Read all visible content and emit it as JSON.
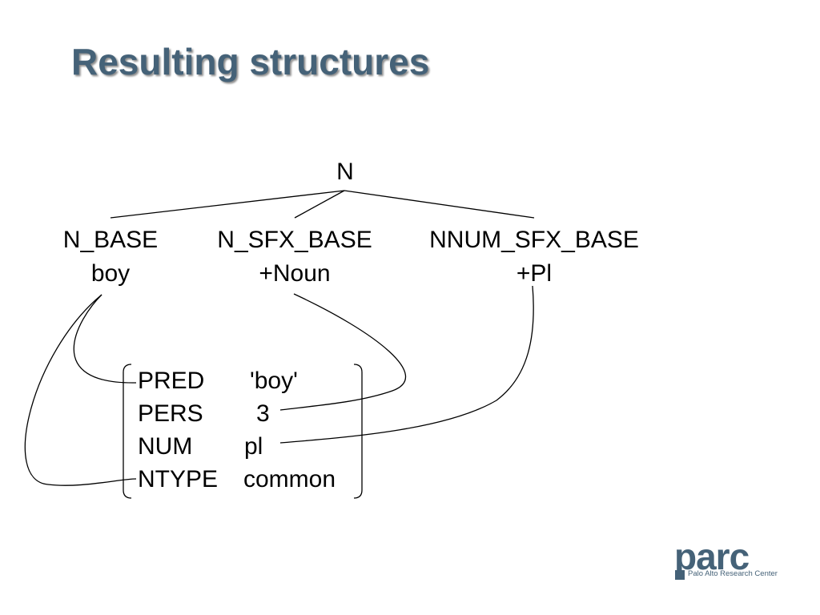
{
  "slide": {
    "title": "Resulting structures",
    "accent_color": "#456278"
  },
  "tree": {
    "root": {
      "label": "N"
    },
    "children": [
      {
        "label": "N_BASE",
        "value": "boy"
      },
      {
        "label": "N_SFX_BASE",
        "value": "+Noun"
      },
      {
        "label": "NNUM_SFX_BASE",
        "value": "+Pl"
      }
    ]
  },
  "fstructure": {
    "rows": [
      {
        "attr": "PRED",
        "value": "'boy'"
      },
      {
        "attr": "PERS",
        "value": "3"
      },
      {
        "attr": "NUM",
        "value": "pl"
      },
      {
        "attr": "NTYPE",
        "value": "common"
      }
    ]
  },
  "logo": {
    "word": "parc",
    "tagline": "Palo Alto Research Center"
  }
}
